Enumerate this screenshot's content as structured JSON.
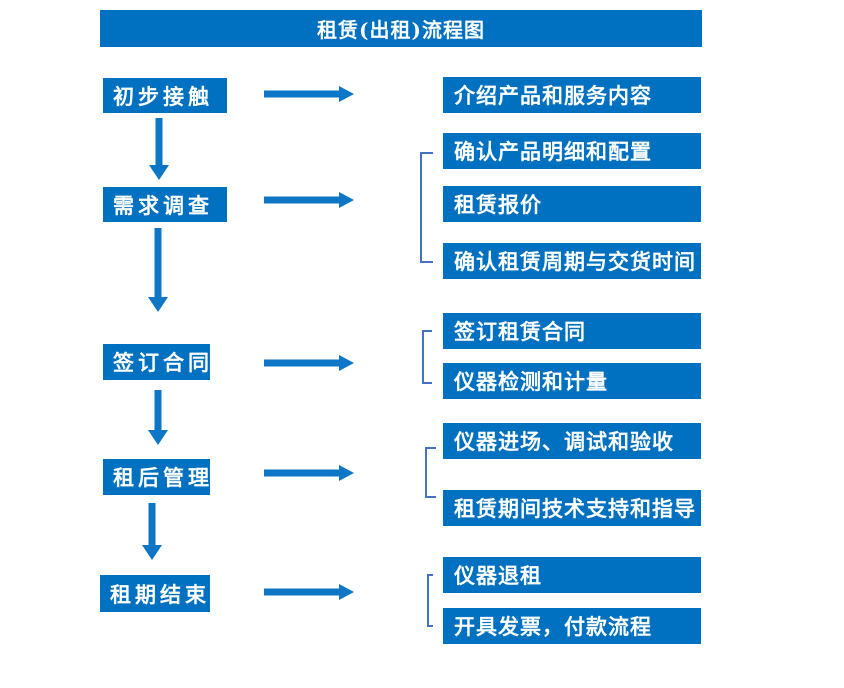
{
  "title": "租赁(出租)流程图",
  "colors": {
    "box_fill": "#0070C0",
    "arrow_fill": "#0E76C6",
    "bracket_stroke": "#4472C4",
    "text": "#FFFFFF",
    "background": "#FFFFFF"
  },
  "stages": [
    {
      "label": "初步接触",
      "details": [
        "介绍产品和服务内容"
      ]
    },
    {
      "label": "需求调查",
      "details": [
        "确认产品明细和配置",
        "租赁报价",
        "确认租赁周期与交货时间"
      ]
    },
    {
      "label": "签订合同",
      "details": [
        "签订租赁合同",
        "仪器检测和计量"
      ]
    },
    {
      "label": "租后管理",
      "details": [
        "仪器进场、调试和验收",
        "租赁期间技术支持和指导"
      ]
    },
    {
      "label": "租期结束",
      "details": [
        "仪器退租",
        "开具发票，付款流程"
      ]
    }
  ]
}
